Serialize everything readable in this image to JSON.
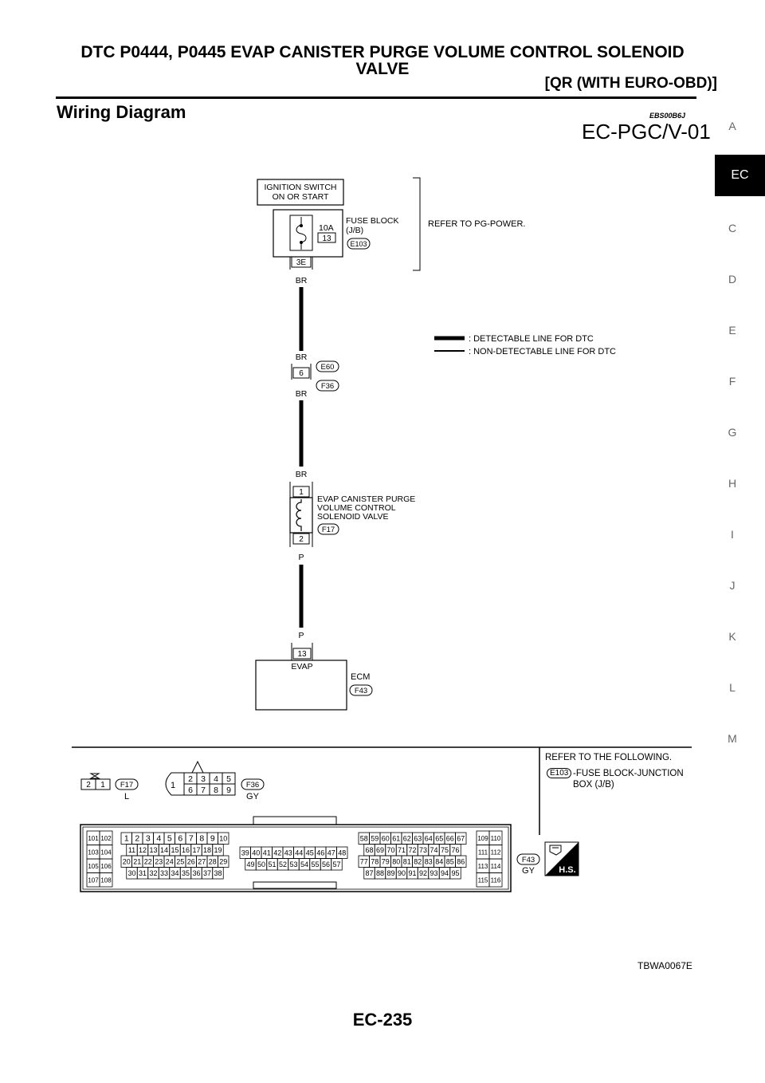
{
  "header": {
    "title_line1": "DTC P0444, P0445 EVAP CANISTER PURGE VOLUME CONTROL SOLENOID",
    "title_line2": "VALVE",
    "subtitle": "[QR (WITH EURO-OBD)]"
  },
  "section": {
    "title": "Wiring Diagram",
    "code": "EBS00B6J",
    "diagram_id": "EC-PGC/V-01"
  },
  "side_tabs": [
    "A",
    "EC",
    "C",
    "D",
    "E",
    "F",
    "G",
    "H",
    "I",
    "J",
    "K",
    "L",
    "M"
  ],
  "active_tab": "EC",
  "diagram": {
    "ignition_line1": "IGNITION SWITCH",
    "ignition_line2": "ON OR START",
    "fuse_amp": "10A",
    "fuse_no": "13",
    "fuse_block_line1": "FUSE BLOCK",
    "fuse_block_line2": "(J/B)",
    "fuse_conn": "E103",
    "fuse_term": "3E",
    "refer_power": "REFER TO PG-POWER.",
    "legend_detectable": ": DETECTABLE LINE FOR DTC",
    "legend_non_detectable": ": NON-DETECTABLE LINE FOR DTC",
    "wire_br": "BR",
    "wire_p": "P",
    "joint_term": "6",
    "joint_conn1": "E60",
    "joint_conn2": "F36",
    "valve_term1": "1",
    "valve_term2": "2",
    "valve_line1": "EVAP CANISTER PURGE",
    "valve_line2": "VOLUME CONTROL",
    "valve_line3": "SOLENOID VALVE",
    "valve_conn": "F17",
    "ecm_term": "13",
    "ecm_pin_name": "EVAP",
    "ecm_label": "ECM",
    "ecm_conn": "F43"
  },
  "connectors": {
    "f17": {
      "pins": [
        "2",
        "1"
      ],
      "id": "F17",
      "color": "L"
    },
    "f36": {
      "big": "1",
      "top": [
        "2",
        "3",
        "4",
        "5"
      ],
      "bottom": [
        "6",
        "7",
        "8",
        "9"
      ],
      "id": "F36",
      "color": "GY"
    },
    "f43": {
      "id": "F43",
      "color": "GY",
      "b1": [
        [
          "101",
          "102"
        ],
        [
          "103",
          "104"
        ],
        [
          "105",
          "106"
        ],
        [
          "107",
          "108"
        ]
      ],
      "b2": [
        [
          "1",
          "2",
          "3",
          "4",
          "5",
          "6",
          "7",
          "8",
          "9",
          "10"
        ],
        [
          "11",
          "12",
          "13",
          "14",
          "15",
          "16",
          "17",
          "18",
          "19"
        ],
        [
          "20",
          "21",
          "22",
          "23",
          "24",
          "25",
          "26",
          "27",
          "28",
          "29"
        ],
        [
          "30",
          "31",
          "32",
          "33",
          "34",
          "35",
          "36",
          "37",
          "38"
        ]
      ],
      "b3": [
        [
          "39",
          "40",
          "41",
          "42",
          "43",
          "44",
          "45",
          "46",
          "47",
          "48"
        ],
        [
          "49",
          "50",
          "51",
          "52",
          "53",
          "54",
          "55",
          "56",
          "57"
        ]
      ],
      "b4": [
        [
          "58",
          "59",
          "60",
          "61",
          "62",
          "63",
          "64",
          "65",
          "66",
          "67"
        ],
        [
          "68",
          "69",
          "70",
          "71",
          "72",
          "73",
          "74",
          "75",
          "76"
        ],
        [
          "77",
          "78",
          "79",
          "80",
          "81",
          "82",
          "83",
          "84",
          "85",
          "86"
        ],
        [
          "87",
          "88",
          "89",
          "90",
          "91",
          "92",
          "93",
          "94",
          "95"
        ]
      ],
      "b5": [
        [
          "109",
          "110"
        ],
        [
          "111",
          "112"
        ],
        [
          "113",
          "114"
        ],
        [
          "115",
          "116"
        ]
      ]
    },
    "hs_label": "H.S."
  },
  "reference": {
    "heading": "REFER TO THE FOLLOWING.",
    "conn": "E103",
    "text": "-FUSE BLOCK-JUNCTION BOX (J/B)"
  },
  "footer": {
    "figure_id": "TBWA0067E",
    "page": "EC-235"
  }
}
